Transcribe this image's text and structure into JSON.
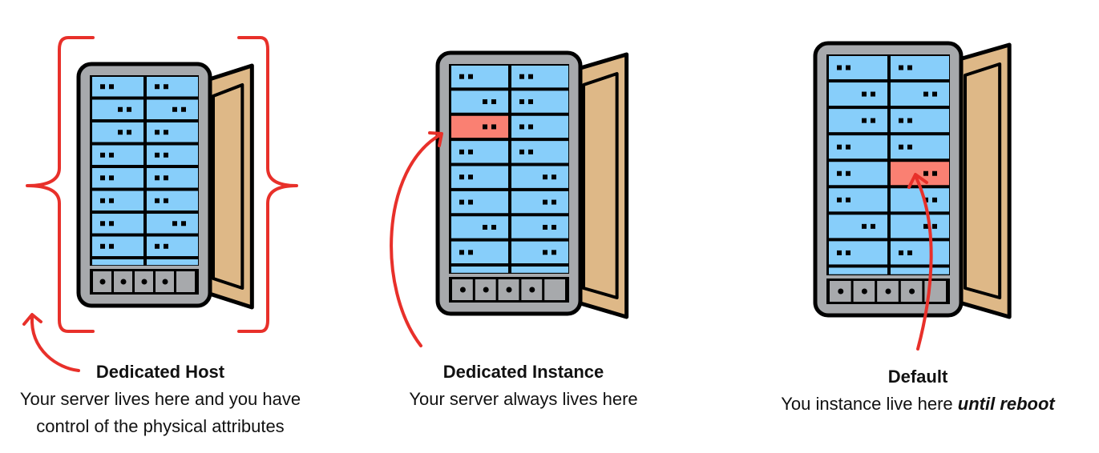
{
  "panels": [
    {
      "id": "dedicated-host",
      "title": "Dedicated Host",
      "description_line1": "Your server lives here and you have",
      "description_line2": "control of the physical attributes"
    },
    {
      "id": "dedicated-instance",
      "title": "Dedicated Instance",
      "description_line1": "Your server always lives here"
    },
    {
      "id": "default",
      "title": "Default",
      "description_prefix": "You instance live here ",
      "description_emphasis": "until reboot"
    }
  ],
  "colors": {
    "frame": "#a7a9ac",
    "outline": "#000000",
    "slot": "#87cefa",
    "highlight_slot": "#fa8072",
    "door": "#deb887",
    "annotation": "#e8302a"
  },
  "icons": [
    "server-rack-icon",
    "open-door-icon",
    "curly-bracket-icon",
    "pointer-arrow-icon"
  ]
}
